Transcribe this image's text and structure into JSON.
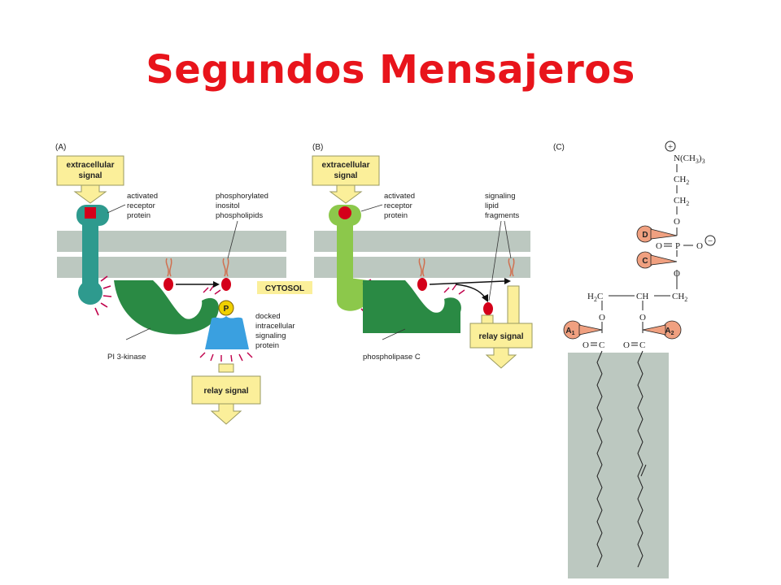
{
  "title": "Segundos Mensajeros",
  "panels": {
    "a": {
      "label": "(A)",
      "extracellular_line1": "extracellular",
      "extracellular_line2": "signal",
      "receptor_line1": "activated",
      "receptor_line2": "receptor",
      "receptor_line3": "protein",
      "phospho_line1": "phosphorylated",
      "phospho_line2": "inositol",
      "phospho_line3": "phospholipids",
      "cytosol": "CYTOSOL",
      "p_label": "P",
      "docked_line1": "docked",
      "docked_line2": "intracellular",
      "docked_line3": "signaling",
      "docked_line4": "protein",
      "kinase": "PI 3-kinase",
      "relay": "relay signal"
    },
    "b": {
      "label": "(B)",
      "extracellular_line1": "extracellular",
      "extracellular_line2": "signal",
      "receptor_line1": "activated",
      "receptor_line2": "receptor",
      "receptor_line3": "protein",
      "fragments_line1": "signaling",
      "fragments_line2": "lipid",
      "fragments_line3": "fragments",
      "enzyme": "phospholipase C",
      "relay": "relay signal"
    },
    "c": {
      "label": "(C)",
      "plus": "+",
      "n_group": "N(CH",
      "n_sub": "3",
      "n_close": ")",
      "n_sub2": "3",
      "ch2_top": "CH",
      "ch2_top_sub": "2",
      "ch2_mid": "CH",
      "ch2_mid_sub": "2",
      "o1": "O",
      "d_site": "D",
      "p_row_left": "O",
      "p_row_p": "P",
      "p_row_right": "O",
      "minus": "−",
      "c_site": "C",
      "o2": "O",
      "h2c": "H",
      "h2c_sub": "2",
      "h2c_c": "C",
      "ch": "CH",
      "ch2_right": "CH",
      "ch2_right_sub": "2",
      "o3": "O",
      "o4": "O",
      "a1_site": "A",
      "a1_sub": "1",
      "a2_site": "A",
      "a2_sub": "2",
      "oc_left": "O",
      "oc_left_c": "C",
      "oc_right": "O",
      "oc_right_c": "C"
    }
  },
  "colors": {
    "title": "#e8141b",
    "membrane": "#bcc8c0",
    "receptor_a": "#2e9a8e",
    "receptor_b": "#8cc84b",
    "enzyme": "#2a8a44",
    "signal_box": "#fbef9a",
    "docked_protein": "#3aa0e0",
    "lipid_head": "#d4001a",
    "site_circle": "#f0a080"
  }
}
